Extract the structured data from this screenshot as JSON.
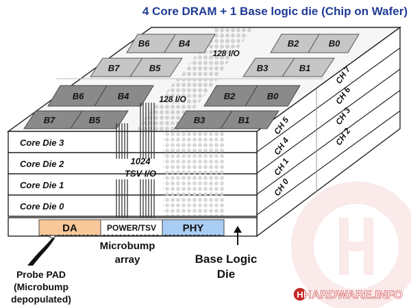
{
  "title": "4 Core DRAM + 1 Base logic die (Chip on Wafer)",
  "top_layer": {
    "back_row": {
      "left": [
        "B6",
        "B4"
      ],
      "right": [
        "B2",
        "B0"
      ]
    },
    "front_row": {
      "left": [
        "B7",
        "B5"
      ],
      "right": [
        "B3",
        "B1"
      ]
    },
    "io_label": "128 I/O"
  },
  "second_layer": {
    "back_row": {
      "left": [
        "B6",
        "B4"
      ],
      "right": [
        "B2",
        "B0"
      ]
    },
    "front_row": {
      "left": [
        "B7",
        "B5"
      ],
      "right": [
        "B3",
        "B1"
      ]
    },
    "io_label": "128 I/O"
  },
  "core_dies": [
    "Core Die 3",
    "Core Die 2",
    "Core Die 1",
    "Core Die 0"
  ],
  "tsv_label": {
    "line1": "1024",
    "line2": "TSV I/O"
  },
  "channels": {
    "lower": [
      "CH 5",
      "CH 4",
      "CH 1",
      "CH 0"
    ],
    "upper": [
      "CH 7",
      "CH 6",
      "CH 3",
      "CH 2"
    ]
  },
  "base_die": {
    "da": "DA",
    "power": "POWER/TSV",
    "phy": "PHY"
  },
  "annotations": {
    "microbump": {
      "line1": "Microbump",
      "line2": "array"
    },
    "base_logic": {
      "line1": "Base Logic",
      "line2": "Die"
    },
    "probe_pad": {
      "line1": "Probe PAD",
      "line2": "(Microbump",
      "line3": "depopulated)"
    }
  },
  "watermark": {
    "brand": "HARDWARE.INFO"
  },
  "colors": {
    "title": "#1f3a93",
    "bank_dark": "#8a8a8a",
    "bank_light": "#c6c6c6",
    "da": "#f9c89a",
    "phy": "#a9cdf4"
  }
}
